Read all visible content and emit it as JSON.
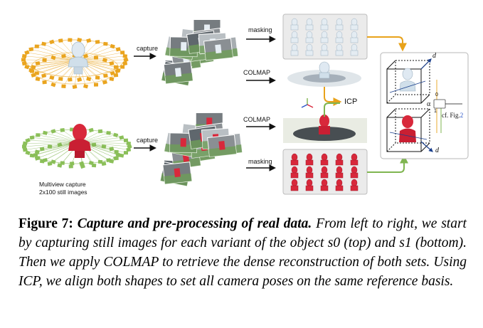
{
  "figure": {
    "labels": {
      "capture_top": "capture",
      "capture_bottom": "capture",
      "masking_top": "masking",
      "masking_bottom": "masking",
      "colmap_top": "COLMAP",
      "colmap_bottom": "COLMAP",
      "icp": "ICP",
      "multiview_line1": "Multiview capture",
      "multiview_line2": "2x100 still images",
      "alpha": "α",
      "zero": "0",
      "one": "1",
      "d_top": "d",
      "d_bottom": "d",
      "cf_prefix": "cf. Fig.",
      "cf_num": "2"
    },
    "colors": {
      "orange": "#e8a21a",
      "green": "#7fb550",
      "red_bust": "#d8283b",
      "white_bust": "#d6e4ee",
      "blue_link": "#2a55c8"
    }
  },
  "caption": {
    "number": "Figure 7:",
    "title": "Capture and pre-processing of real data.",
    "body": "From left to right, we start by capturing still images for each variant of the object s0 (top) and s1 (bottom). Then we apply COLMAP to retrieve the dense reconstruction of both sets. Using ICP, we align both shapes to set all camera poses on the same reference basis."
  }
}
